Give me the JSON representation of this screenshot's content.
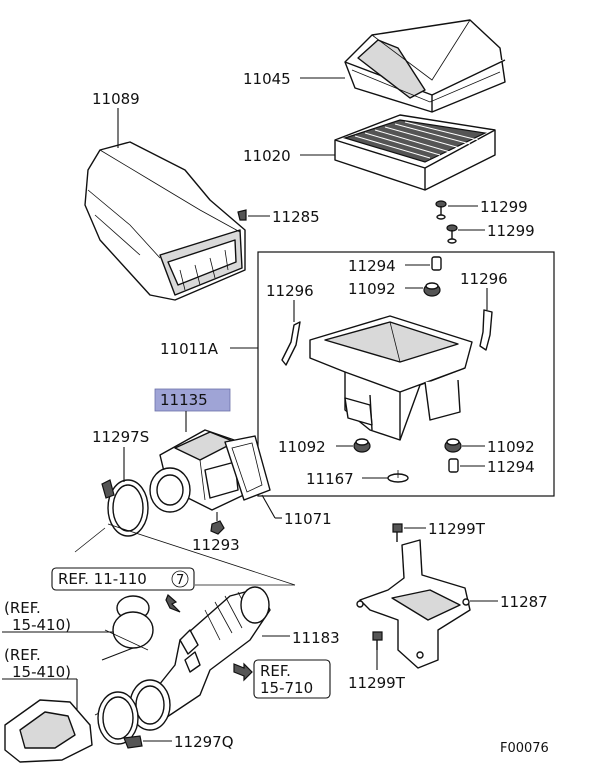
{
  "diagram": {
    "watermark_code": "F00076",
    "highlight_color": "#9fa4d6",
    "parts": {
      "p11045": "11045",
      "p11020": "11020",
      "p11089": "11089",
      "p11285": "11285",
      "p11299a": "11299",
      "p11299b": "11299",
      "p11294a": "11294",
      "p11092a": "11092",
      "p11296a": "11296",
      "p11296b": "11296",
      "p11011A": "11011A",
      "p11135": "11135",
      "p11297S": "11297S",
      "p11092b": "11092",
      "p11092c": "11092",
      "p11167": "11167",
      "p11294b": "11294",
      "p11071": "11071",
      "p11293": "11293",
      "p11299Ta": "11299T",
      "p11287": "11287",
      "p11183": "11183",
      "p11299Tb": "11299T",
      "p11297Q": "11297Q"
    },
    "refs": {
      "ref1": "REF. 11-110",
      "ref1_circle": "7",
      "ref2_line1": "(REF.",
      "ref2_line2": "15-410)",
      "ref3_line1": "(REF.",
      "ref3_line2": "15-410)",
      "ref4_line1": "REF.",
      "ref4_line2": "15-710"
    }
  }
}
